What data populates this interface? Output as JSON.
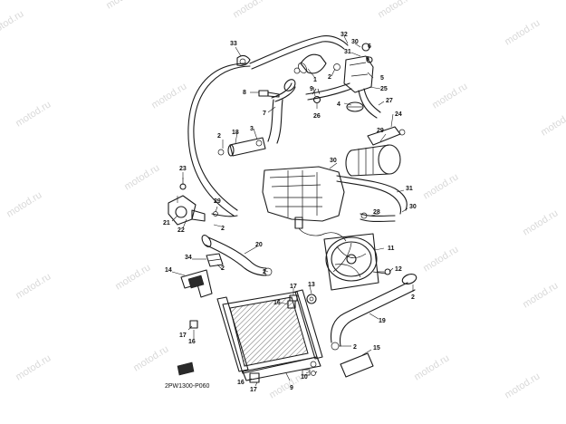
{
  "diagram": {
    "code": "2PW1300-P060",
    "watermark": "motod.ru",
    "callouts": [
      "1",
      "2",
      "3",
      "4",
      "5",
      "6",
      "7",
      "8",
      "9",
      "10",
      "11",
      "12",
      "13",
      "14",
      "15",
      "16",
      "17",
      "18",
      "19",
      "20",
      "21",
      "22",
      "23",
      "24",
      "25",
      "26",
      "27",
      "28",
      "29",
      "30",
      "31",
      "32",
      "33",
      "34"
    ]
  }
}
